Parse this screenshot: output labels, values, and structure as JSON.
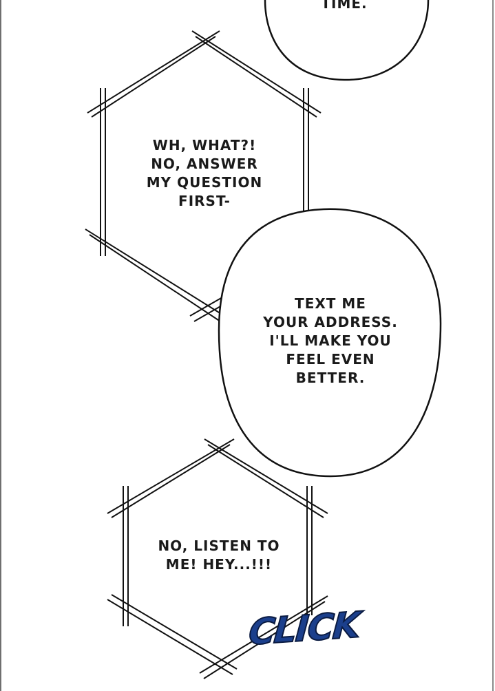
{
  "bubbles": {
    "top_partial": {
      "text": "TIME."
    },
    "hex_upper": {
      "text": "WH, WHAT?!\nNO, ANSWER\nMY QUESTION\nFIRST-"
    },
    "oval_middle": {
      "text": "TEXT ME\nYOUR ADDRESS.\nI'LL MAKE YOU\nFEEL EVEN\nBETTER."
    },
    "hex_lower": {
      "text": "NO, LISTEN TO\nME! HEY...!!!"
    }
  },
  "sfx": {
    "text": "CLICK",
    "color": "#1b3f8c"
  },
  "colors": {
    "ink": "#1a1a1a",
    "paper": "#ffffff"
  }
}
